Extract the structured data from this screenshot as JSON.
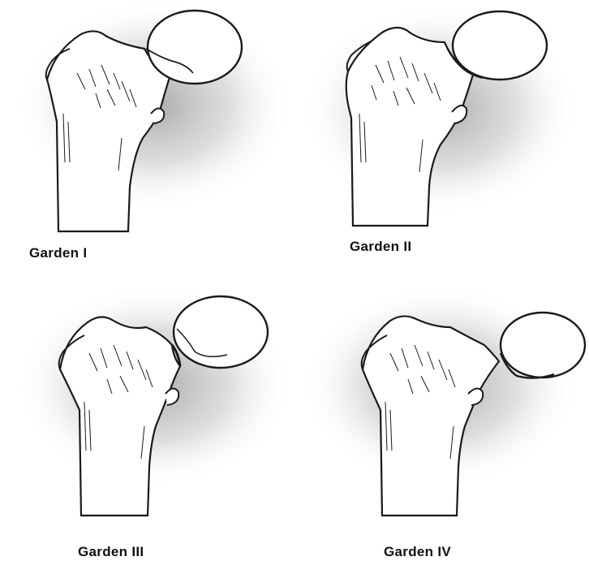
{
  "figure": {
    "panels": [
      {
        "caption": "Garden I"
      },
      {
        "caption": "Garden II"
      },
      {
        "caption": "Garden III"
      },
      {
        "caption": "Garden IV"
      }
    ]
  },
  "colors": {
    "ink": "#1a1a1a",
    "shadow": "#9a9a9a",
    "background": "#ffffff"
  }
}
